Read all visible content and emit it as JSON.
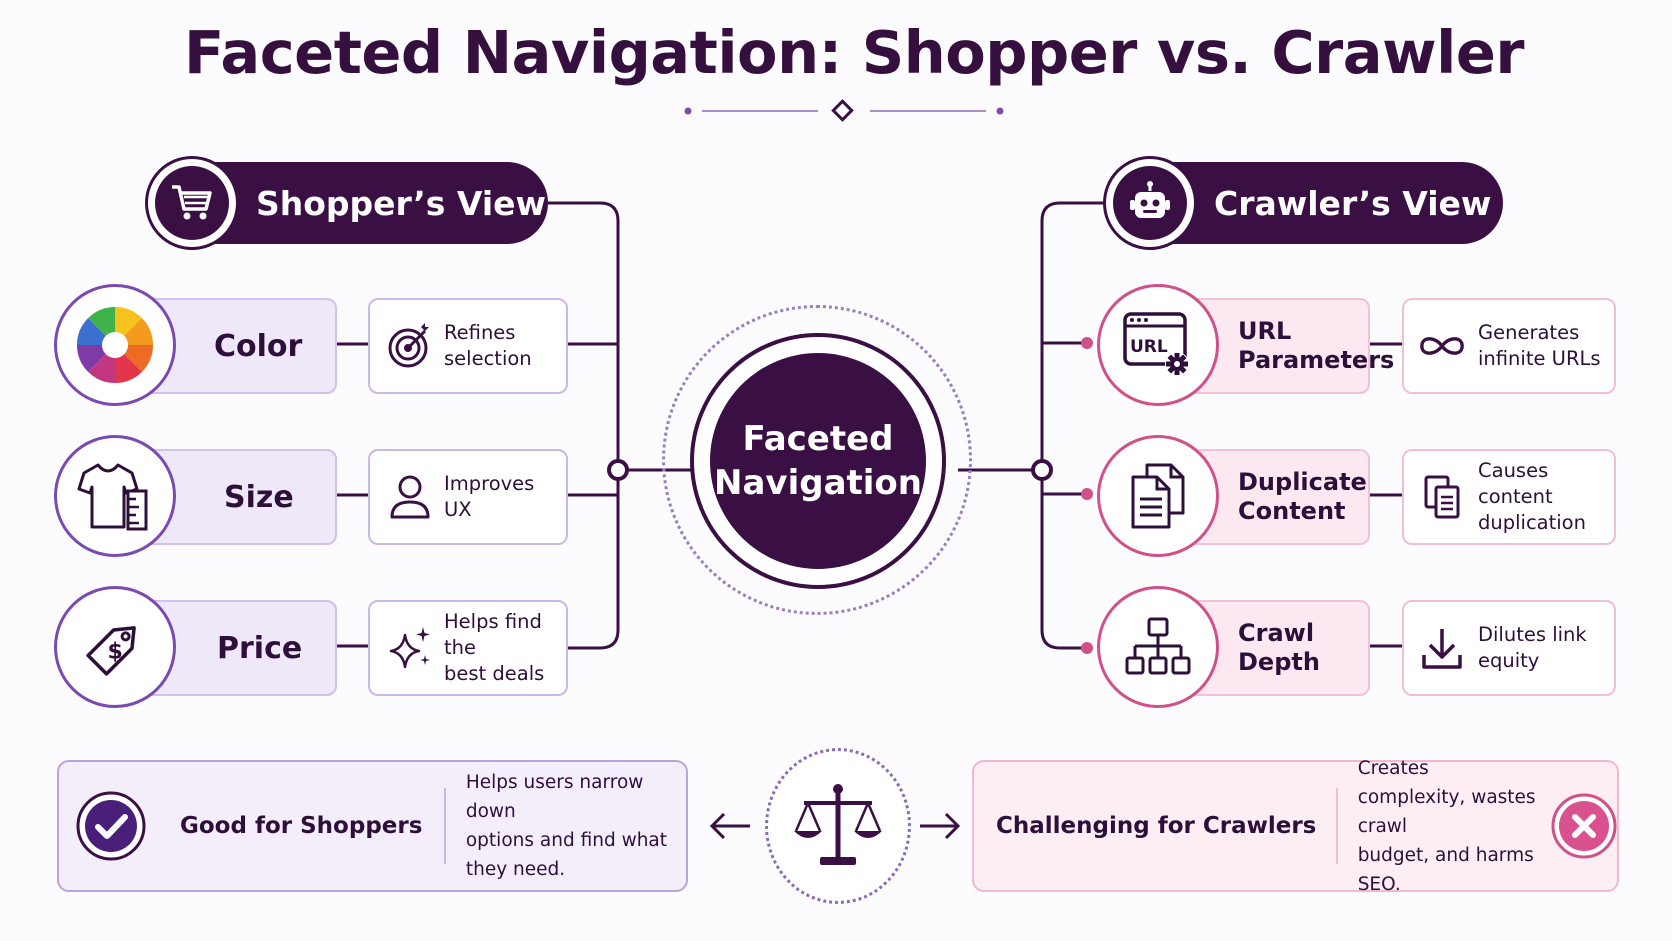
{
  "title": "Faceted Navigation: Shopper vs. Crawler",
  "center": {
    "line1": "Faceted",
    "line2": "Navigation"
  },
  "shopper": {
    "heading": "Shopper’s View",
    "icon": "shopping-cart-icon",
    "facets": [
      {
        "label": "Color",
        "icon": "color-wheel-icon",
        "desc_icon": "target-icon",
        "desc": [
          "Refines",
          "selection"
        ]
      },
      {
        "label": "Size",
        "icon": "tshirt-ruler-icon",
        "desc_icon": "user-icon",
        "desc": [
          "Improves",
          "UX"
        ]
      },
      {
        "label": "Price",
        "icon": "price-tag-icon",
        "desc_icon": "sparkles-icon",
        "desc": [
          "Helps find the",
          "best deals"
        ]
      }
    ]
  },
  "crawler": {
    "heading": "Crawler’s View",
    "icon": "robot-icon",
    "facets": [
      {
        "label": [
          "URL",
          "Parameters"
        ],
        "icon": "url-gear-icon",
        "desc_icon": "infinity-icon",
        "desc": [
          "Generates",
          "infinite URLs"
        ]
      },
      {
        "label": [
          "Duplicate",
          "Content"
        ],
        "icon": "duplicate-docs-icon",
        "desc_icon": "copy-icon",
        "desc": [
          "Causes content",
          "duplication"
        ]
      },
      {
        "label": [
          "Crawl",
          "Depth"
        ],
        "icon": "hierarchy-icon",
        "desc_icon": "download-arrow-icon",
        "desc": [
          "Dilutes link",
          "equity"
        ]
      }
    ]
  },
  "summary": {
    "good": {
      "title": "Good for Shoppers",
      "text": [
        "Helps users narrow down",
        "options and find what they need."
      ],
      "icon": "checkmark-icon"
    },
    "bad": {
      "title": "Challenging for Crawlers",
      "text": [
        "Creates complexity, wastes crawl",
        "budget, and harms SEO."
      ],
      "icon": "x-icon"
    },
    "middle_icon": "balance-scale-icon"
  },
  "colors": {
    "dark_purple": "#3a0f44",
    "light_purple": "#efe8f8",
    "light_pink": "#fbe8f0",
    "pink_accent": "#d0508a",
    "purple_accent": "#7a4ab0"
  }
}
